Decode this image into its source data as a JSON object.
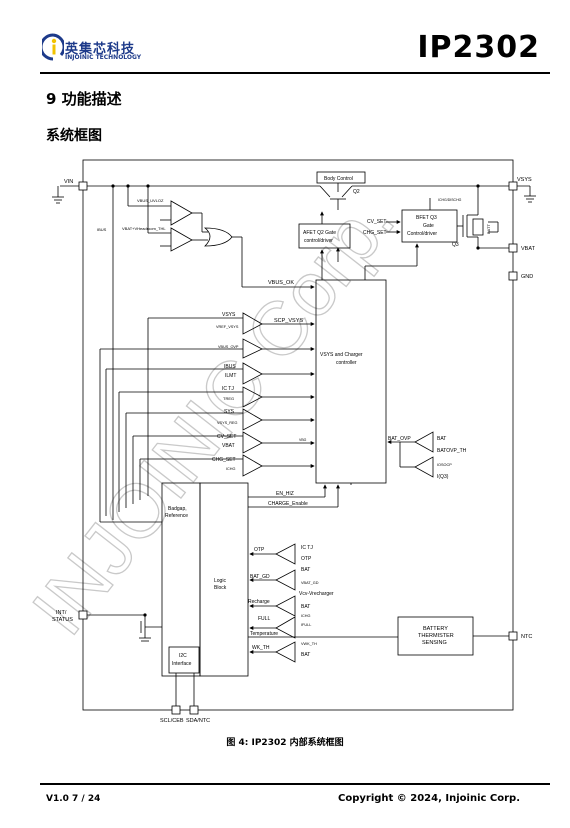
{
  "header": {
    "logo_cn": "英集芯科技",
    "logo_en": "INJOINIC TECHNOLOGY",
    "part_number": "IP2302"
  },
  "section_title": "9 功能描述",
  "subsection_title": "系统框图",
  "diagram": {
    "pins": {
      "vin": "VIN",
      "vsys": "VSYS",
      "vbat": "VBAT",
      "gnd": "GND",
      "ntc": "NTC",
      "int_status": "INT/",
      "int_status2": "STATUS",
      "scl_ceb": "SCL/CEB",
      "sda_ntc": "SDA/NTC"
    },
    "labels": {
      "ibus": "IBUS",
      "vbus_uvlo": "VBUS_UVLOZ",
      "vbat_headroom": "VBAT+VHeadroom_THL",
      "body_control": "Body Control",
      "q2": "Q2",
      "afet_q2": "AFET Q2  Gate",
      "afet_q2_b": "control/driver",
      "bfet_q3": "BFET Q3",
      "bfet_q3_b": "Gate",
      "bfet_q3_c": "Control/driver",
      "cv_set": "CV_SET",
      "chg_set": "CHG_SET",
      "ichg": "ICHG/DISCHG",
      "q3": "Q3",
      "batt": "BATT",
      "vbus_ok": "VBUS_OK",
      "vsys": "VSYS",
      "vref_vsys": "VREF_VSYS",
      "scp_vsys": "SCP_VSYS",
      "vbus_ovp": "VBUS_OVP",
      "ibus_in": "IBUS",
      "ilmt": "ILMT",
      "ic_tj": "IC TJ",
      "treg": "TREG",
      "sys": "SYS",
      "vsys_reg": "VSYS_REG",
      "cv_set_in": "CV_SET",
      "vbat_in": "VBAT",
      "chg_set_in": "CHG_SET",
      "ichg_in": "ICHG",
      "vsys_controller": "VSYS and Charger",
      "vsys_controller_b": "controller",
      "vbg": "VBG",
      "bat_ovp": "BAT_OVP",
      "bat_r": "BAT",
      "batovp_th": "BATOVP_TH",
      "iosocp": "IOSOCP",
      "iq3": "I(Q3)",
      "en_hiz": "EN_HIZ",
      "charge_enable": "CHARGE_Enable",
      "bandgap": "Badgap,",
      "reference": "Reference",
      "logic": "Logic",
      "block": "Block",
      "i2c": "I2C",
      "interface": "Interface",
      "otp": "OTP",
      "ic_tj2": "IC TJ",
      "otp_r": "OTP",
      "bat_gd": "BAT_GD",
      "bat_a": "BAT",
      "vbat_gd": "VBAT_GD",
      "recharge": "Recharge",
      "vcv_vrecharger": "Vcv-Vrecharger",
      "bat_b": "BAT",
      "full": "FULL",
      "ichg_full": "ICHG",
      "ifull": "IFULL",
      "temperature": "Temperature",
      "wk_th": "WK_TH",
      "vwk_th": "VWK_TH",
      "bat_c": "BAT",
      "battery": "BATTERY",
      "thermister": "THERMISTER",
      "sensing": "SENSING"
    }
  },
  "watermark": "INJOINIC Corp.",
  "figure_caption": "图 4:   IP2302 内部系统框图",
  "footer": {
    "version": "V1.0",
    "page": "7 / 24",
    "copyright": "Copyright © 2024, Injoinic Corp."
  },
  "colors": {
    "brand": "#1d3a8a",
    "accent_yellow": "#f2c300",
    "watermark": "#d9d9d9"
  }
}
